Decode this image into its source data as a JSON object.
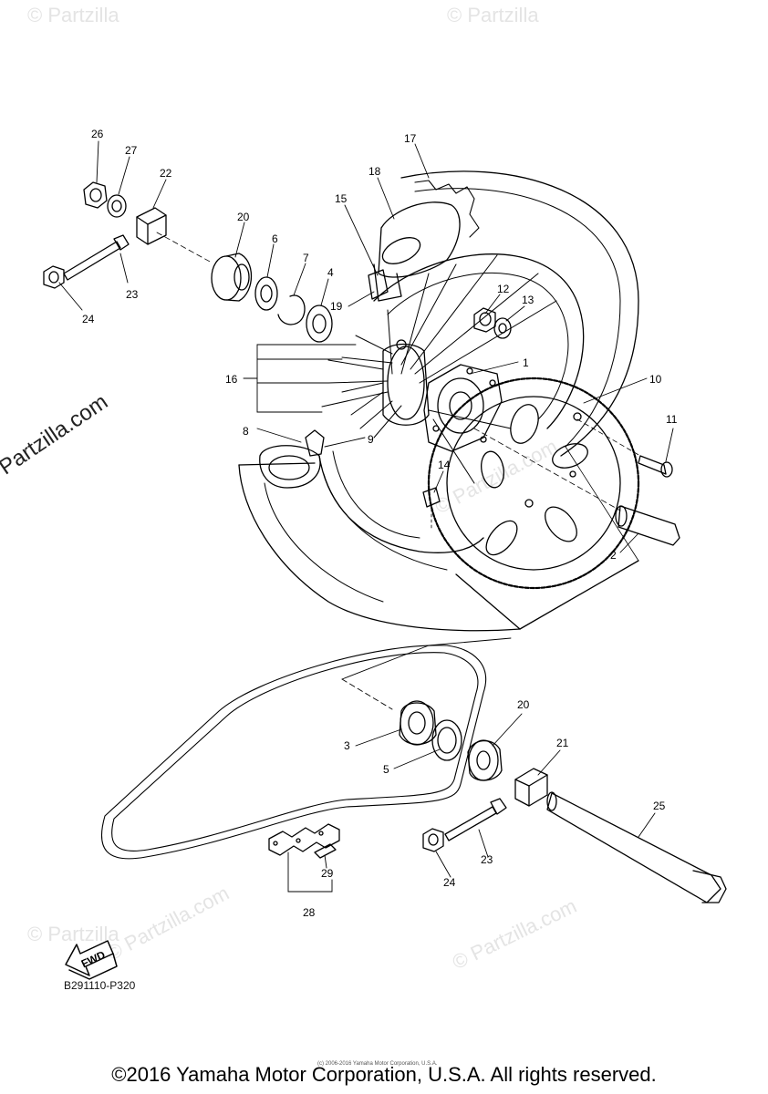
{
  "watermarks": {
    "brand": "© Partzilla.com",
    "corner": "© Partzilla"
  },
  "diagram": {
    "code": "B291110-P320",
    "fwd_label": "FWD",
    "callouts": [
      "1",
      "2",
      "3",
      "4",
      "5",
      "6",
      "7",
      "8",
      "9",
      "10",
      "11",
      "12",
      "13",
      "14",
      "15",
      "16",
      "17",
      "18",
      "19",
      "20",
      "20",
      "21",
      "22",
      "23",
      "23",
      "24",
      "24",
      "25",
      "26",
      "27",
      "28",
      "29"
    ]
  },
  "footer": {
    "small_copyright": "(c) 2006-2016 Yamaha Motor Corporation, U.S.A.",
    "copyright": "©2016 Yamaha Motor Corporation, U.S.A. All rights reserved."
  }
}
